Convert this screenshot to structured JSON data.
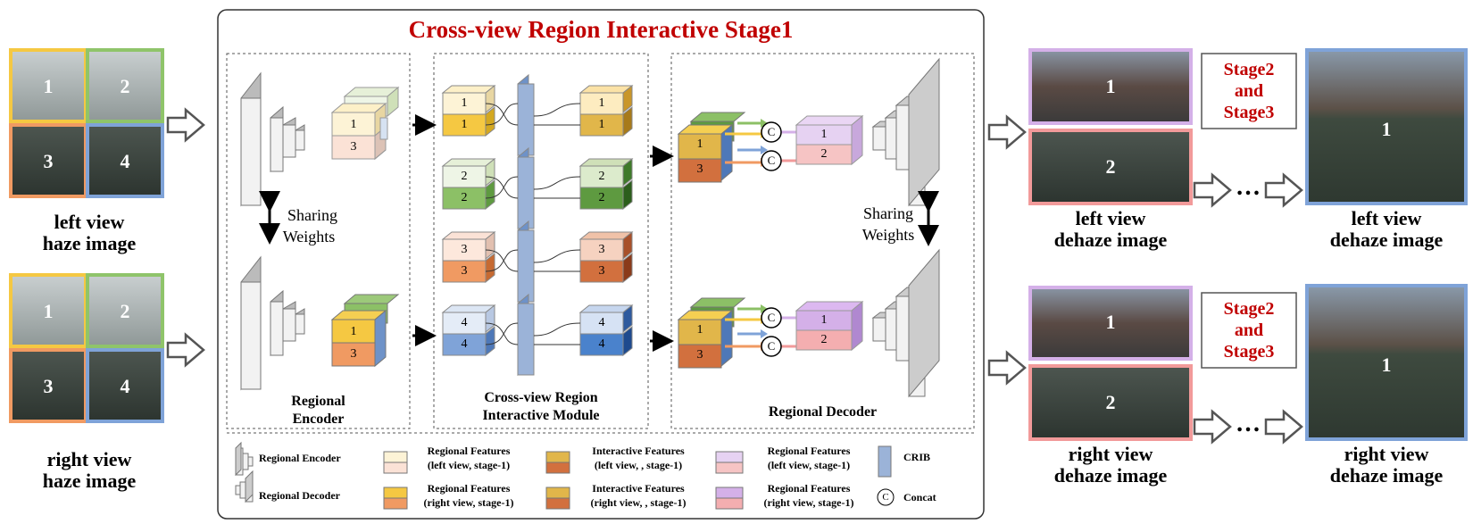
{
  "title": "Cross-view Region Interactive Stage1",
  "inputs": {
    "left_label_line1": "left view",
    "left_label_line2": "haze image",
    "right_label_line1": "right view",
    "right_label_line2": "haze image",
    "tiles": [
      "1",
      "2",
      "3",
      "4"
    ]
  },
  "encoder": {
    "sharing_line1": "Sharing",
    "sharing_line2": "Weights",
    "label_line1": "Regional",
    "label_line2": "Encoder",
    "feat_top": [
      "1",
      "3"
    ],
    "feat_bottom": [
      "1",
      "3"
    ]
  },
  "crim": {
    "label_line1": "Cross-view Region",
    "label_line2": "Interactive Module",
    "groups": [
      "1",
      "2",
      "3",
      "4"
    ]
  },
  "decoder": {
    "label": "Regional Decoder",
    "sharing_line1": "Sharing",
    "sharing_line2": "Weights",
    "concat_symbol": "C",
    "in_nums": [
      "1",
      "3"
    ],
    "out_nums": [
      "1",
      "2"
    ]
  },
  "outputs": {
    "left_label_line1": "left view",
    "left_label_line2": "dehaze image",
    "right_label_line1": "right view",
    "right_label_line2": "dehaze image",
    "region_nums": [
      "1",
      "2"
    ],
    "final_num": "1",
    "ellipsis": "…",
    "stage_box_line1": "Stage2",
    "stage_box_line2": "and",
    "stage_box_line3": "Stage3"
  },
  "legend": {
    "regional_encoder": "Regional Encoder",
    "regional_decoder": "Regional Decoder",
    "rf_left_l1": "Regional Features",
    "rf_left_l2": "(left view, stage-1)",
    "rf_right_l1": "Regional Features",
    "rf_right_l2": "(right view, stage-1)",
    "if_left_l1": "Interactive Features",
    "if_left_l2": "(left view, , stage-1)",
    "if_right_l1": "Interactive Features",
    "if_right_l2": "(right view, , stage-1)",
    "rf2_left_l1": "Regional Features",
    "rf2_left_l2": "(left view, stage-1)",
    "rf2_right_l1": "Regional Features",
    "rf2_right_l2": "(right view, stage-1)",
    "crib": "CRIB",
    "concat": "Concat",
    "concat_symbol": "C"
  },
  "colors": {
    "yellow_tile": "#f5c842",
    "green_tile": "#8fc46a",
    "orange_tile": "#f09a62",
    "blue_tile": "#7fa3d8",
    "purple_tile": "#d4b0e8",
    "pink_tile": "#f29a9a",
    "title_red": "#c00000",
    "crib_blue": "#9bb3d8"
  }
}
